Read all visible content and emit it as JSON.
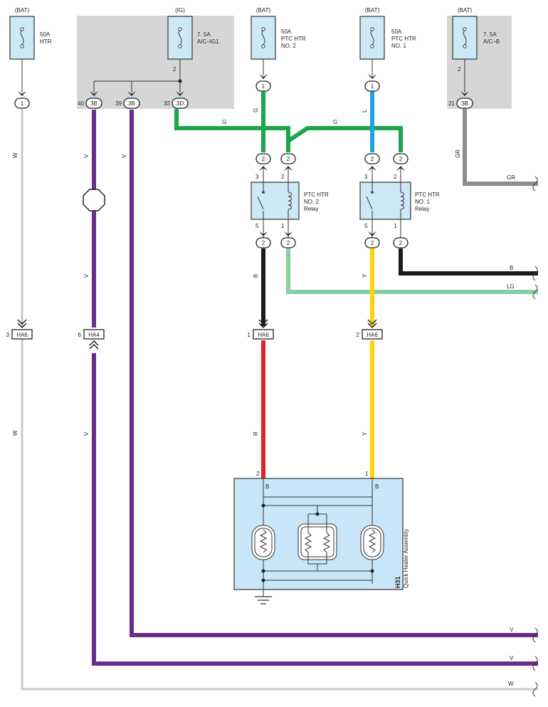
{
  "colors": {
    "white_wire": "#9a9a9a",
    "violet": "#6b2d8c",
    "green": "#1aa64b",
    "blue": "#1ea3e0",
    "black": "#1c1c1c",
    "light_green": "#86cfa0",
    "gray": "#8e8e8e",
    "red": "#e8202a",
    "yellow": "#ffd400",
    "fuse_bg": "#cde9f6",
    "gray_box": "#d6d6d6",
    "heater_bg": "#c8e6f7"
  },
  "fuses": {
    "htr": {
      "source": "(BAT)",
      "rating": "50A",
      "name": "HTR"
    },
    "ig1": {
      "source": "(IG)",
      "rating": "7. 5A",
      "name": "A/C–IG1",
      "pin": "2"
    },
    "ptc2": {
      "source": "(BAT)",
      "rating": "50A",
      "name1": "PTC HTR",
      "name2": "NO. 2"
    },
    "ptc1": {
      "source": "(BAT)",
      "rating": "50A",
      "name1": "PTC HTR",
      "name2": "NO. 1"
    },
    "acb": {
      "source": "(BAT)",
      "rating": "7. 5A",
      "name": "A/C–B",
      "pin": "2"
    }
  },
  "connectors": {
    "htr_out": "1",
    "c40_num": "40",
    "c40": "3B",
    "c39_num": "39",
    "c39": "3B",
    "c32_num": "32",
    "c32": "3D",
    "ptc2_top": "1",
    "ptc1_top": "1",
    "c21_num": "21",
    "c21": "3B",
    "r2_in_a": "2",
    "r2_in_b": "2",
    "r1_in_a": "2",
    "r1_in_b": "2",
    "r2_out_a": "2",
    "r2_out_b": "2",
    "r1_out_a": "2",
    "r1_out_b": "2",
    "ha6_a_num": "3",
    "ha6_a": "HA6",
    "ha4_num": "6",
    "ha4": "HA4",
    "ha6_b_num": "1",
    "ha6_b": "HA6",
    "ha6_c_num": "2",
    "ha6_c": "HA6"
  },
  "relays": {
    "r2": {
      "pin_tl": "3",
      "pin_tr": "2",
      "pin_bl": "5",
      "pin_br": "1",
      "name1": "PTC HTR",
      "name2": "NO. 2",
      "name3": "Relay"
    },
    "r1": {
      "pin_tl": "3",
      "pin_tr": "2",
      "pin_bl": "5",
      "pin_br": "1",
      "name1": "PTC HTR",
      "name2": "NO. 1",
      "name3": "Relay"
    }
  },
  "wire_labels": {
    "w_top": "W",
    "v_a": "V",
    "v_b": "V",
    "g_vert": "G",
    "g_h1": "G",
    "g_h2": "G",
    "l_vert": "L",
    "gr_vert": "GR",
    "gr_h": "GR",
    "v_mid": "V",
    "b_vert": "B",
    "y_vert": "Y",
    "b_right": "B",
    "lg_right": "LG",
    "w_low": "W",
    "v_low": "V",
    "r_low": "R",
    "y_low": "Y",
    "v_bot1": "V",
    "v_bot2": "V",
    "w_bot": "W"
  },
  "heater": {
    "pin_left": "2",
    "pin_right": "1",
    "b_left": "B",
    "b_right": "B",
    "code": "H31",
    "name": "Quick Heater Assembly"
  }
}
